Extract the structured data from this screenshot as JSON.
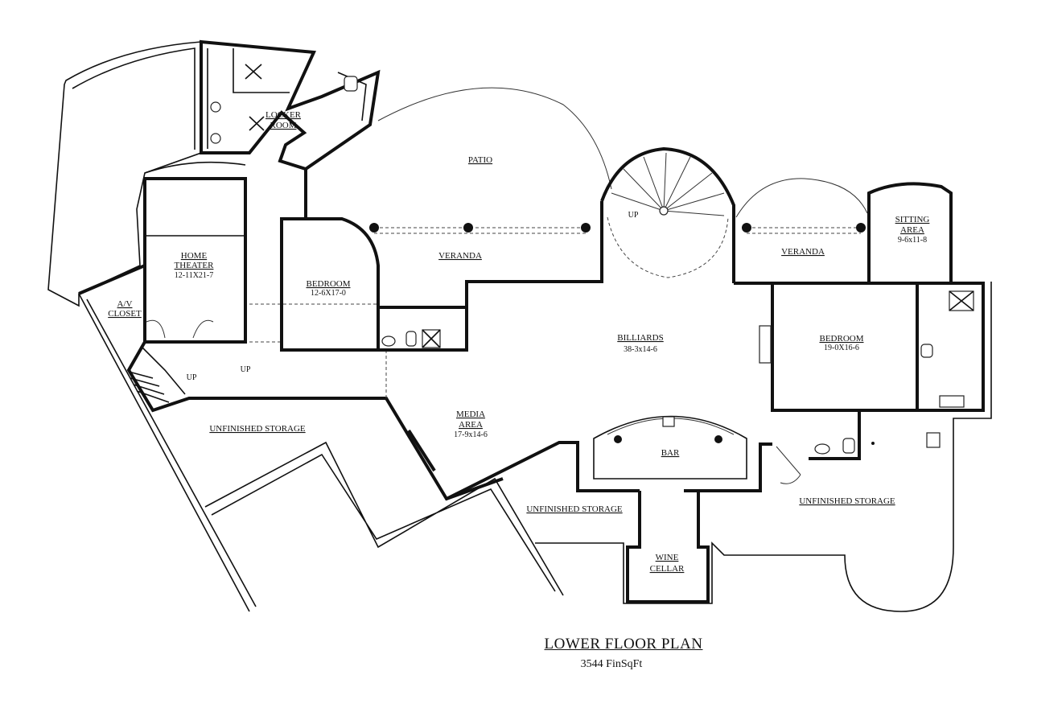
{
  "plan": {
    "title": "LOWER FLOOR PLAN",
    "subtitle": "3544 FinSqFt"
  },
  "rooms": {
    "locker_room": {
      "name_line1": "LOCKER",
      "name_line2": "ROOM"
    },
    "patio": {
      "name": "PATIO"
    },
    "home_theater": {
      "name_line1": "HOME",
      "name_line2": "THEATER",
      "dims": "12-11X21-7"
    },
    "av_closet": {
      "name_line1": "A/V",
      "name_line2": "CLOSET"
    },
    "bedroom_left": {
      "name": "BEDROOM",
      "dims": "12-6X17-0"
    },
    "veranda_left": {
      "name": "VERANDA"
    },
    "veranda_right": {
      "name": "VERANDA"
    },
    "sitting_area": {
      "name_line1": "SITTING",
      "name_line2": "AREA",
      "dims": "9-6x11-8"
    },
    "billiards": {
      "name": "BILLIARDS",
      "dims": "38-3x14-6"
    },
    "bedroom_right": {
      "name": "BEDROOM",
      "dims": "19-0X16-6"
    },
    "media_area": {
      "name_line1": "MEDIA",
      "name_line2": "AREA",
      "dims": "17-9x14-6"
    },
    "bar": {
      "name": "BAR"
    },
    "wine_cellar": {
      "name_line1": "WINE",
      "name_line2": "CELLAR"
    },
    "unfinished_storage_left": {
      "name": "UNFINISHED STORAGE"
    },
    "unfinished_storage_center": {
      "name": "UNFINISHED STORAGE"
    },
    "unfinished_storage_right": {
      "name": "UNFINISHED STORAGE"
    }
  },
  "stairs": {
    "left_up_1": "UP",
    "left_up_2": "UP",
    "spiral_up": "UP"
  }
}
